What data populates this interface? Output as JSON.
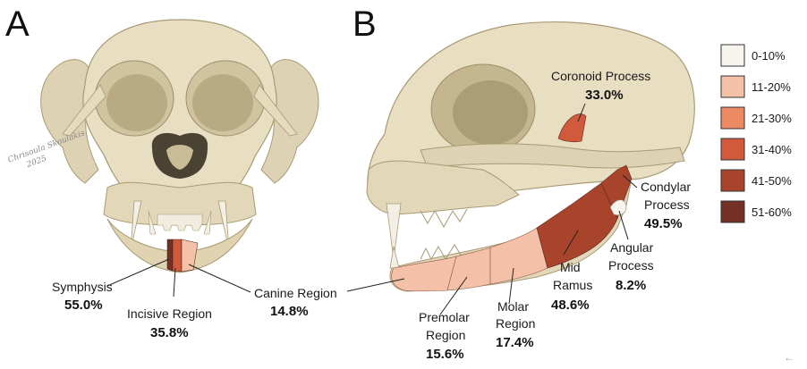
{
  "panels": {
    "a": "A",
    "b": "B"
  },
  "signature": {
    "name": "Chrisoula Skoulakis",
    "year": "2025"
  },
  "colors": {
    "bone": "#e8dec2",
    "bone_shadow": "#c9bb95",
    "bone_dark": "#a89a74",
    "cavity": "#4a4233"
  },
  "legend": [
    {
      "label": "0-10%",
      "color": "#f7f4ee"
    },
    {
      "label": "11-20%",
      "color": "#f4c1a8"
    },
    {
      "label": "21-30%",
      "color": "#ec8a63"
    },
    {
      "label": "31-40%",
      "color": "#d15a3d"
    },
    {
      "label": "41-50%",
      "color": "#a8432c"
    },
    {
      "label": "51-60%",
      "color": "#743025"
    }
  ],
  "regions": {
    "symphysis": {
      "name": "Symphysis",
      "value": "55.0%",
      "bin": 5
    },
    "incisive": {
      "name": "Incisive Region",
      "value": "35.8%",
      "bin": 3
    },
    "canine": {
      "name": "Canine Region",
      "value": "14.8%",
      "bin": 1
    },
    "coronoid": {
      "name": "Coronoid Process",
      "value": "33.0%",
      "bin": 3
    },
    "condylar": {
      "name1": "Condylar",
      "name2": "Process",
      "value": "49.5%",
      "bin": 4
    },
    "angular": {
      "name1": "Angular",
      "name2": "Process",
      "value": "8.2%",
      "bin": 0
    },
    "mid_ramus": {
      "name1": "Mid",
      "name2": "Ramus",
      "value": "48.6%",
      "bin": 4
    },
    "molar": {
      "name1": "Molar",
      "name2": "Region",
      "value": "17.4%",
      "bin": 1
    },
    "premolar": {
      "name1": "Premolar",
      "name2": "Region",
      "value": "15.6%",
      "bin": 1
    }
  },
  "nav": {
    "back_icon": "←"
  }
}
